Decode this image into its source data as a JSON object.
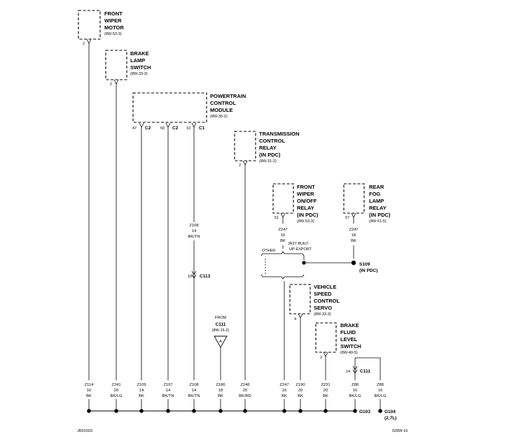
{
  "components": {
    "front_wiper_motor": {
      "lines": [
        "FRONT",
        "WIPER",
        "MOTOR"
      ],
      "ref": "(8W-53-3)",
      "pin": "2"
    },
    "brake_lamp_switch": {
      "lines": [
        "BRAKE",
        "LAMP",
        "SWITCH"
      ],
      "ref": "(8W-33-3)",
      "pin": "2"
    },
    "pcm": {
      "lines": [
        "POWERTRAIN",
        "CONTROL",
        "MODULE"
      ],
      "ref": "(8W-30-2)",
      "pins": [
        {
          "pin": "47",
          "conn": "C2"
        },
        {
          "pin": "50",
          "conn": "C2"
        },
        {
          "pin": "10",
          "conn": "C1"
        }
      ]
    },
    "tcr": {
      "lines": [
        "TRANSMISSION",
        "CONTROL",
        "RELAY",
        "(IN PDC)"
      ],
      "ref": "(8W-31-2)",
      "pin": "2"
    },
    "fw_relay": {
      "lines": [
        "FRONT",
        "WIPER",
        "ON/OFF",
        "RELAY",
        "(IN PDC)"
      ],
      "ref": "(8W-53-3)",
      "pin": "51"
    },
    "rfl_relay": {
      "lines": [
        "REAR",
        "FOG",
        "LAMP",
        "RELAY",
        "(IN PDC)"
      ],
      "ref": "(8W-51-5)",
      "pin": "57"
    },
    "vscs": {
      "lines": [
        "VEHICLE",
        "SPEED",
        "CONTROL",
        "SERVO"
      ],
      "ref": "(8W-33-3)",
      "pin": "4"
    },
    "bfls": {
      "lines": [
        "BRAKE",
        "FLUID",
        "LEVEL",
        "SWITCH"
      ],
      "ref": "(8W-40-5)",
      "pin": "2"
    }
  },
  "mid_labels": {
    "z108": [
      "Z108",
      "14",
      "BK/TN"
    ],
    "z247a": [
      "Z247",
      "16",
      "BK"
    ],
    "z247b": [
      "Z247",
      "18",
      "BK"
    ]
  },
  "connectors": {
    "c113": {
      "pin": "10",
      "name": "C113"
    },
    "c111": {
      "pin": "14",
      "name": "C111"
    }
  },
  "from_c111": {
    "lines": [
      "FROM",
      "C111"
    ],
    "ref": "(8W-15-2)",
    "tag": "A"
  },
  "splice": {
    "name": "S109",
    "location": "(IN PDC)"
  },
  "jr27": {
    "lines": [
      "JR27 BUILT-",
      "UP-EXPORT"
    ],
    "other": "OTHER"
  },
  "bottom_wires": [
    {
      "circuit": "Z114",
      "gauge": "16",
      "color": "BK"
    },
    {
      "circuit": "Z241",
      "gauge": "20",
      "color": "BK/LG"
    },
    {
      "circuit": "Z109",
      "gauge": "14",
      "color": "BK"
    },
    {
      "circuit": "Z107",
      "gauge": "14",
      "color": "BK/TN"
    },
    {
      "circuit": "Z108",
      "gauge": "14",
      "color": "BK/TN"
    },
    {
      "circuit": "Z186",
      "gauge": "18",
      "color": "BK"
    },
    {
      "circuit": "Z246",
      "gauge": "20",
      "color": "BK/RD"
    },
    {
      "circuit": "Z247",
      "gauge": "16",
      "color": "BK"
    },
    {
      "circuit": "Z190",
      "gauge": "20",
      "color": "BK"
    },
    {
      "circuit": "Z231",
      "gauge": "20",
      "color": "BK"
    },
    {
      "circuit": "Z88",
      "gauge": "16",
      "color": "BK/LG"
    },
    {
      "circuit": "Z88",
      "gauge": "16",
      "color": "BK/LG"
    }
  ],
  "grounds": {
    "g103": "G103",
    "g104": {
      "name": "G104",
      "note": "(2.7L)"
    }
  },
  "footer": {
    "left": "JR01503",
    "right": "028W-16"
  }
}
